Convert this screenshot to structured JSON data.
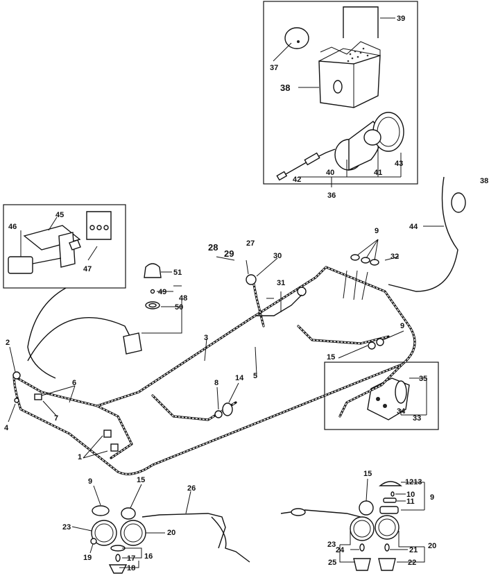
{
  "callouts": {
    "c1": "1",
    "c2": "2",
    "c3": "3",
    "c4": "4",
    "c5": "5",
    "c6": "6",
    "c7": "7",
    "c8": "8",
    "c9a": "9",
    "c9b": "9",
    "c9c": "9",
    "c9d": "9",
    "c10": "10",
    "c11": "11",
    "c1213": "1213",
    "c14": "14",
    "c15a": "15",
    "c15b": "15",
    "c15c": "15",
    "c16": "16",
    "c17": "17",
    "c18": "18",
    "c19": "19",
    "c20a": "20",
    "c20b": "20",
    "c21": "21",
    "c22": "22",
    "c23a": "23",
    "c23b": "23",
    "c24": "24",
    "c25": "25",
    "c26": "26",
    "c27": "27",
    "c2829": "28\n29",
    "c28": "28",
    "c29": "29",
    "c30": "30",
    "c31": "31",
    "c32": "32",
    "c33": "33",
    "c34": "34",
    "c35": "35",
    "c36": "36",
    "c37": "37",
    "c38a": "38",
    "c38b": "38",
    "c39": "39",
    "c40": "40",
    "c41": "41",
    "c42": "42",
    "c43": "43",
    "c44": "44",
    "c45": "45",
    "c46": "46",
    "c47": "47",
    "c48": "48",
    "c49": "49",
    "c50": "50",
    "c51": "51"
  }
}
